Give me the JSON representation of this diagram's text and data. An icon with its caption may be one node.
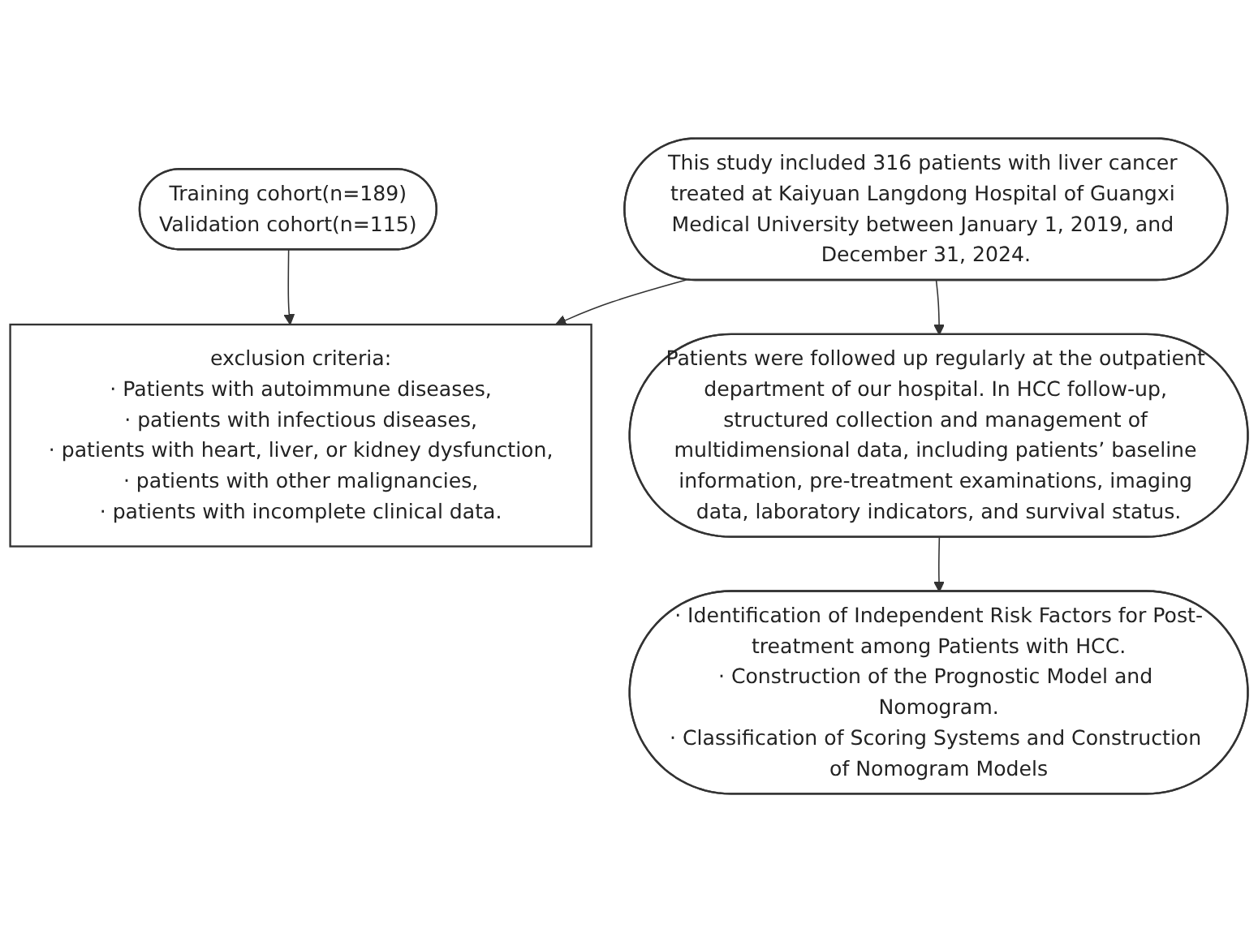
{
  "diagram": {
    "nodes": [
      {
        "text": [
          "This study included 316 patients with liver cancer treated at Kaiyuan Langdong Hospital of Guangxi Medical University between January 1, 2019, and December 31, 2024."
        ]
      },
      {
        "text": [
          "Training cohort(n=189)",
          "Validation cohort(n=115)"
        ]
      },
      {
        "text": [
          "exclusion criteria:",
          "· Patients with autoimmune diseases,",
          "· patients with infectious diseases,",
          "· patients with heart, liver, or kidney dysfunction,",
          "· patients with other malignancies,",
          "· patients with incomplete clinical data."
        ]
      },
      {
        "text": [
          "Patients were followed up regularly at the outpatient department of our hospital. In HCC follow-up, structured collection and management of multidimensional data, including patients’ baseline information, pre-treatment examinations, imaging data, laboratory indicators, and survival status."
        ]
      },
      {
        "text": [
          "· Identification of Independent Risk Factors for Post-treatment among Patients with HCC.",
          "· Construction of the Prognostic Model and Nomogram.",
          "· Classification of Scoring Systems and Construction of Nomogram Models"
        ]
      }
    ],
    "edges": [
      {
        "from": 0,
        "to": 2,
        "arrow": "to"
      },
      {
        "from": 1,
        "to": 2,
        "arrow": "to"
      },
      {
        "from": 0,
        "to": 3,
        "arrow": "to"
      },
      {
        "from": 3,
        "to": 4,
        "arrow": "to"
      }
    ]
  }
}
